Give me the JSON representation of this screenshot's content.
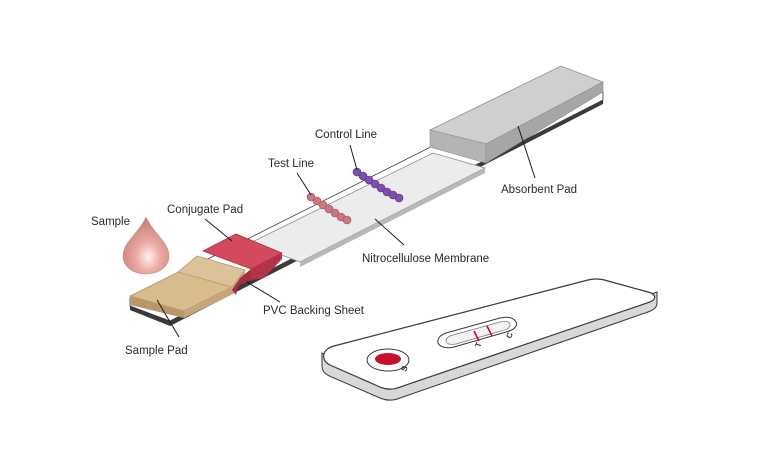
{
  "labels": {
    "sample": "Sample",
    "conjugate_pad": "Conjugate Pad",
    "test_line": "Test Line",
    "control_line": "Control Line",
    "absorbent_pad": "Absorbent Pad",
    "nitrocellulose_membrane": "Nitrocellulose Membrane",
    "pvc_backing_sheet": "PVC Backing Sheet",
    "sample_pad": "Sample Pad"
  },
  "cassette": {
    "sample_well_mark": "S",
    "test_mark": "T",
    "control_mark": "C"
  },
  "colors": {
    "sample_drop": "#e8a6a0",
    "sample_pad": "#d9bc8e",
    "conjugate_pad": "#d4495e",
    "membrane": "#ececec",
    "test_line_dots": "#c9797e",
    "control_line_dots": "#7e4fb0",
    "absorbent_pad": "#c4c4c4",
    "backing": "#3a3a3a",
    "cassette_well": "#c8102e"
  }
}
